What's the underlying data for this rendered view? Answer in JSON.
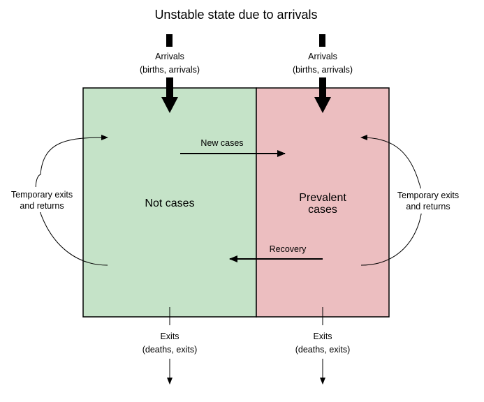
{
  "title": "Unstable state due to arrivals",
  "colors": {
    "not_cases_fill": "#c5e3c8",
    "prevalent_fill": "#ecbec0",
    "stroke": "#000000"
  },
  "boxes": {
    "not_cases": {
      "label": "Not cases"
    },
    "prevalent": {
      "label_line1": "Prevalent",
      "label_line2": "cases"
    }
  },
  "arrivals_left": {
    "line1": "Arrivals",
    "line2": "(births, arrivals)"
  },
  "arrivals_right": {
    "line1": "Arrivals",
    "line2": "(births, arrivals)"
  },
  "exits_left": {
    "line1": "Exits",
    "line2": "(deaths, exits)"
  },
  "exits_right": {
    "line1": "Exits",
    "line2": "(deaths, exits)"
  },
  "flows": {
    "new_cases": "New cases",
    "recovery": "Recovery"
  },
  "temp_left": {
    "line1": "Temporary exits",
    "line2": "and returns"
  },
  "temp_right": {
    "line1": "Temporary exits",
    "line2": "and returns"
  }
}
